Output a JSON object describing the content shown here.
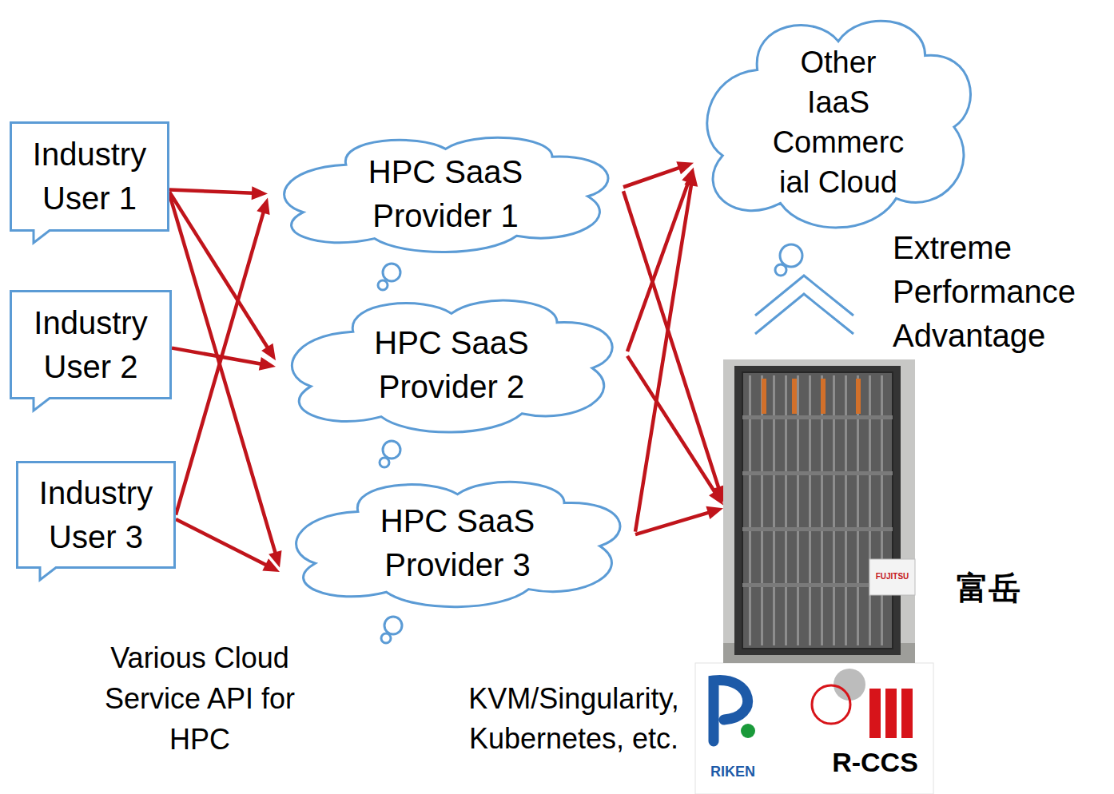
{
  "diagram": {
    "nodes": [
      {
        "text": [
          "Industry User 1"
        ]
      },
      {
        "text": [
          "Industry User 2"
        ]
      },
      {
        "text": [
          "Industry User 3"
        ]
      },
      {
        "text": [
          "HPC SaaS Provider 1"
        ]
      },
      {
        "text": [
          "HPC SaaS Provider 2"
        ]
      },
      {
        "text": [
          "HPC SaaS Provider 3"
        ]
      },
      {
        "text": [
          "Other IaaS Commerc ial Cloud"
        ]
      },
      {
        "text": [
          "富岳"
        ]
      }
    ],
    "edges": [
      {
        "from": 0,
        "to": 3,
        "arrow": "to"
      },
      {
        "from": 0,
        "to": 4,
        "arrow": "to"
      },
      {
        "from": 0,
        "to": 5,
        "arrow": "to"
      },
      {
        "from": 1,
        "to": 4,
        "arrow": "to"
      },
      {
        "from": 2,
        "to": 3,
        "arrow": "to"
      },
      {
        "from": 2,
        "to": 5,
        "arrow": "to"
      },
      {
        "from": 3,
        "to": 6,
        "arrow": "to"
      },
      {
        "from": 3,
        "to": 7,
        "arrow": "to"
      },
      {
        "from": 4,
        "to": 6,
        "arrow": "to"
      },
      {
        "from": 4,
        "to": 7,
        "arrow": "to"
      },
      {
        "from": 5,
        "to": 6,
        "arrow": "to"
      },
      {
        "from": 5,
        "to": 7,
        "arrow": "to"
      }
    ],
    "labels": [
      "Extreme Performance Advantage",
      "Various Cloud Service API for HPC",
      "KVM/Singularity, Kubernetes, etc.",
      "FUJITSU",
      "RIKEN",
      "R-CCS"
    ]
  }
}
